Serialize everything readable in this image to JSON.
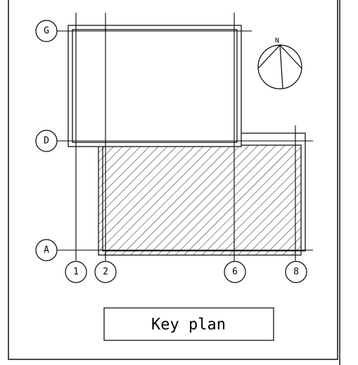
{
  "grid_rows": [
    {
      "label": "G"
    },
    {
      "label": "D"
    },
    {
      "label": "A"
    }
  ],
  "grid_cols": [
    {
      "label": "1"
    },
    {
      "label": "2"
    },
    {
      "label": "6"
    },
    {
      "label": "8"
    }
  ],
  "north_label": "N",
  "title_label": "Key plan"
}
